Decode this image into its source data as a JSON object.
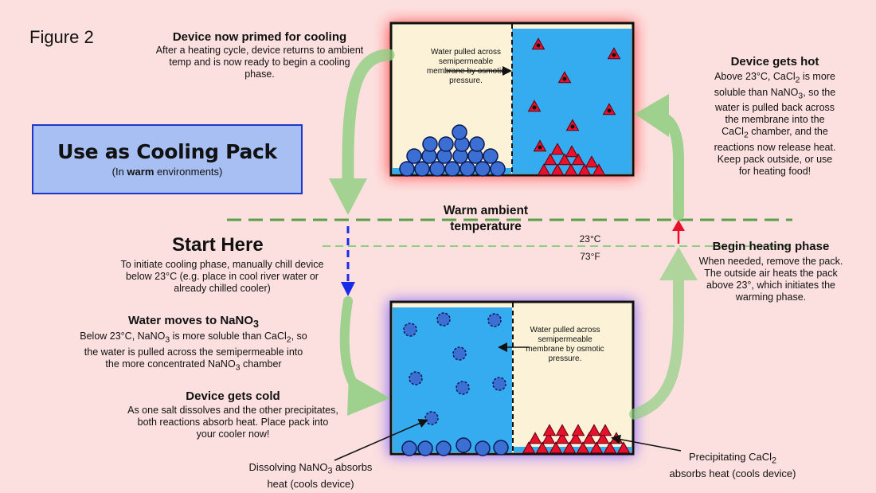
{
  "figure_label": "Figure 2",
  "panel": {
    "title": "Use as Cooling Pack",
    "subtitle_before": "(In ",
    "subtitle_bold": "warm",
    "subtitle_after": " environments)"
  },
  "primed": {
    "title": "Device now primed for cooling",
    "text": "After a heating cycle, device returns to ambient temp and is now ready to begin a cooling phase."
  },
  "hot": {
    "title": "Device gets hot",
    "line1_pre": "Above 23°C, CaCl",
    "line1_sub": "2",
    "line1_post": " is more",
    "line2_pre": "soluble than NaNO",
    "line2_sub": "3",
    "line2_post": ", so the",
    "line3": "water is pulled back across",
    "line4": "the membrane into the",
    "line5_pre": "CaCl",
    "line5_sub": "2",
    "line5_post": " chamber, and the",
    "line6": "reactions now release heat.",
    "line7": "Keep pack outside, or use",
    "line8": "for heating food!"
  },
  "ambient": {
    "line1": "Warm ambient",
    "line2": "temperature"
  },
  "threshold": {
    "celsius": "23°C",
    "fahrenheit": "73°F"
  },
  "start": {
    "title": "Start Here",
    "text": "To initiate cooling phase, manually chill device below 23°C (e.g. place in cool river water or already chilled cooler)"
  },
  "heating": {
    "title": "Begin heating phase",
    "text": "When needed, remove the pack. The outside air heats the pack above 23°, which initiates the warming phase."
  },
  "water_moves": {
    "title_pre": "Water moves to NaNO",
    "title_sub": "3",
    "line1_pre": "Below 23°C, NaNO",
    "line1_sub": "3",
    "line1_mid": " is more soluble than CaCl",
    "line1_sub2": "2",
    "line1_post": ", so",
    "line2": "the water is pulled across the semipermeable into",
    "line3_pre": "the more concentrated NaNO",
    "line3_sub": "3",
    "line3_post": " chamber"
  },
  "cold": {
    "title": "Device gets cold",
    "text": "As one salt dissolves and the other precipitates, both reactions absorb heat. Place pack into your cooler now!"
  },
  "box_note_top": "Water pulled across semipermeable membrane by osmotic pressure.",
  "box_note_bottom": "Water pulled across semipermeable membrane by osmotic pressure.",
  "dissolving": {
    "pre": "Dissolving NaNO",
    "sub": "3",
    "post": " absorbs",
    "line2": "heat (cools device)"
  },
  "precipitating": {
    "pre": "Precipitating CaCl",
    "sub": "2",
    "line2": "absorbs heat (cools device)"
  },
  "colors": {
    "background": "#fce0df",
    "water": "#35acf0",
    "cream": "#fbf2d7",
    "blue_circle": "#3c6fd3",
    "red_triangle": "#e8102a",
    "arrow_green": "#8fcf80",
    "ambient_green": "#5aa04a",
    "hot_glow": "#ff2a2a",
    "cold_glow": "#6a4cff"
  }
}
